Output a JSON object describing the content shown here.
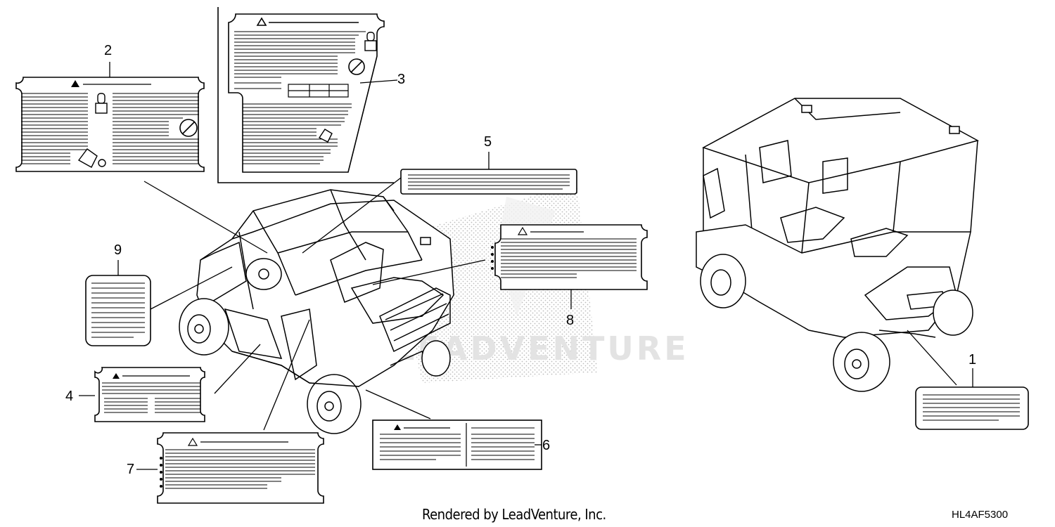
{
  "watermark": {
    "text": "LEADVENTURE",
    "color": "#e6e6e6"
  },
  "callouts": [
    {
      "number": "1",
      "label_shape": "horizontal-lined-label"
    },
    {
      "number": "2",
      "label_shape": "large-warning-label-with-icons"
    },
    {
      "number": "3",
      "label_shape": "shaped-warning-label-with-table"
    },
    {
      "number": "4",
      "label_shape": "warning-label-two-column"
    },
    {
      "number": "5",
      "label_shape": "long-strip-label"
    },
    {
      "number": "6",
      "label_shape": "warning-label-with-panel"
    },
    {
      "number": "7",
      "label_shape": "caution-label-bulleted"
    },
    {
      "number": "8",
      "label_shape": "caution-label-bulleted"
    },
    {
      "number": "9",
      "label_shape": "square-lined-label"
    }
  ],
  "footer": {
    "credit": "Rendered by LeadVenture, Inc.",
    "diagram_code": "HL4AF5300"
  },
  "icons": [
    "warning-triangle-icon",
    "caution-triangle-icon",
    "person-seated-icon",
    "no-symbol-icon",
    "rollover-icon"
  ]
}
